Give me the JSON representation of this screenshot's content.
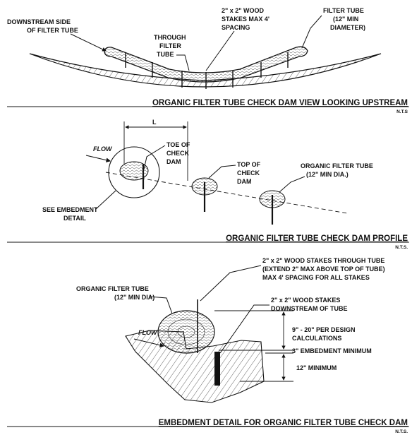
{
  "sections": [
    {
      "title": "ORGANIC FILTER TUBE CHECK DAM VIEW LOOKING UPSTREAM",
      "scale": "N.T.S",
      "labels": {
        "downstream_side": [
          "DOWNSTREAM SIDE",
          "OF FILTER TUBE"
        ],
        "through_tube": [
          "THROUGH",
          "FILTER",
          "TUBE"
        ],
        "stakes": [
          "2\" x 2\" WOOD",
          "STAKES MAX 4'",
          "SPACING"
        ],
        "filter_tube": [
          "FILTER TUBE",
          "(12\" MIN",
          "DIAMETER)"
        ]
      }
    },
    {
      "title": "ORGANIC FILTER TUBE CHECK DAM PROFILE",
      "scale": "N.T.S.",
      "labels": {
        "flow": "FLOW",
        "length": "L",
        "toe": [
          "TOE OF",
          "CHECK",
          "DAM"
        ],
        "top": [
          "TOP OF",
          "CHECK",
          "DAM"
        ],
        "filter_tube": [
          "ORGANIC FILTER TUBE",
          "(12\" MIN DIA.)"
        ],
        "embedment_ref": [
          "SEE EMBEDMENT",
          "DETAIL"
        ]
      }
    },
    {
      "title": "EMBEDMENT DETAIL FOR ORGANIC FILTER TUBE CHECK DAM",
      "scale": "N.T.S.",
      "labels": {
        "stakes_through": [
          "2\" x 2\" WOOD STAKES THROUGH TUBE",
          "(EXTEND 2\" MAX ABOVE TOP OF TUBE)",
          "MAX 4' SPACING FOR ALL STAKES"
        ],
        "filter_tube": [
          "ORGANIC FILTER TUBE",
          "(12\" MIN DIA)"
        ],
        "stakes_downstream": [
          "2\" x 2\" WOOD STAKES",
          "DOWNSTREAM OF TUBE"
        ],
        "flow": "FLOW",
        "dim_height": [
          "9\" - 20\" PER DESIGN",
          "CALCULATIONS"
        ],
        "dim_embed": "3\" EMBEDMENT MINIMUM",
        "dim_min": "12\" MINIMUM"
      }
    }
  ]
}
